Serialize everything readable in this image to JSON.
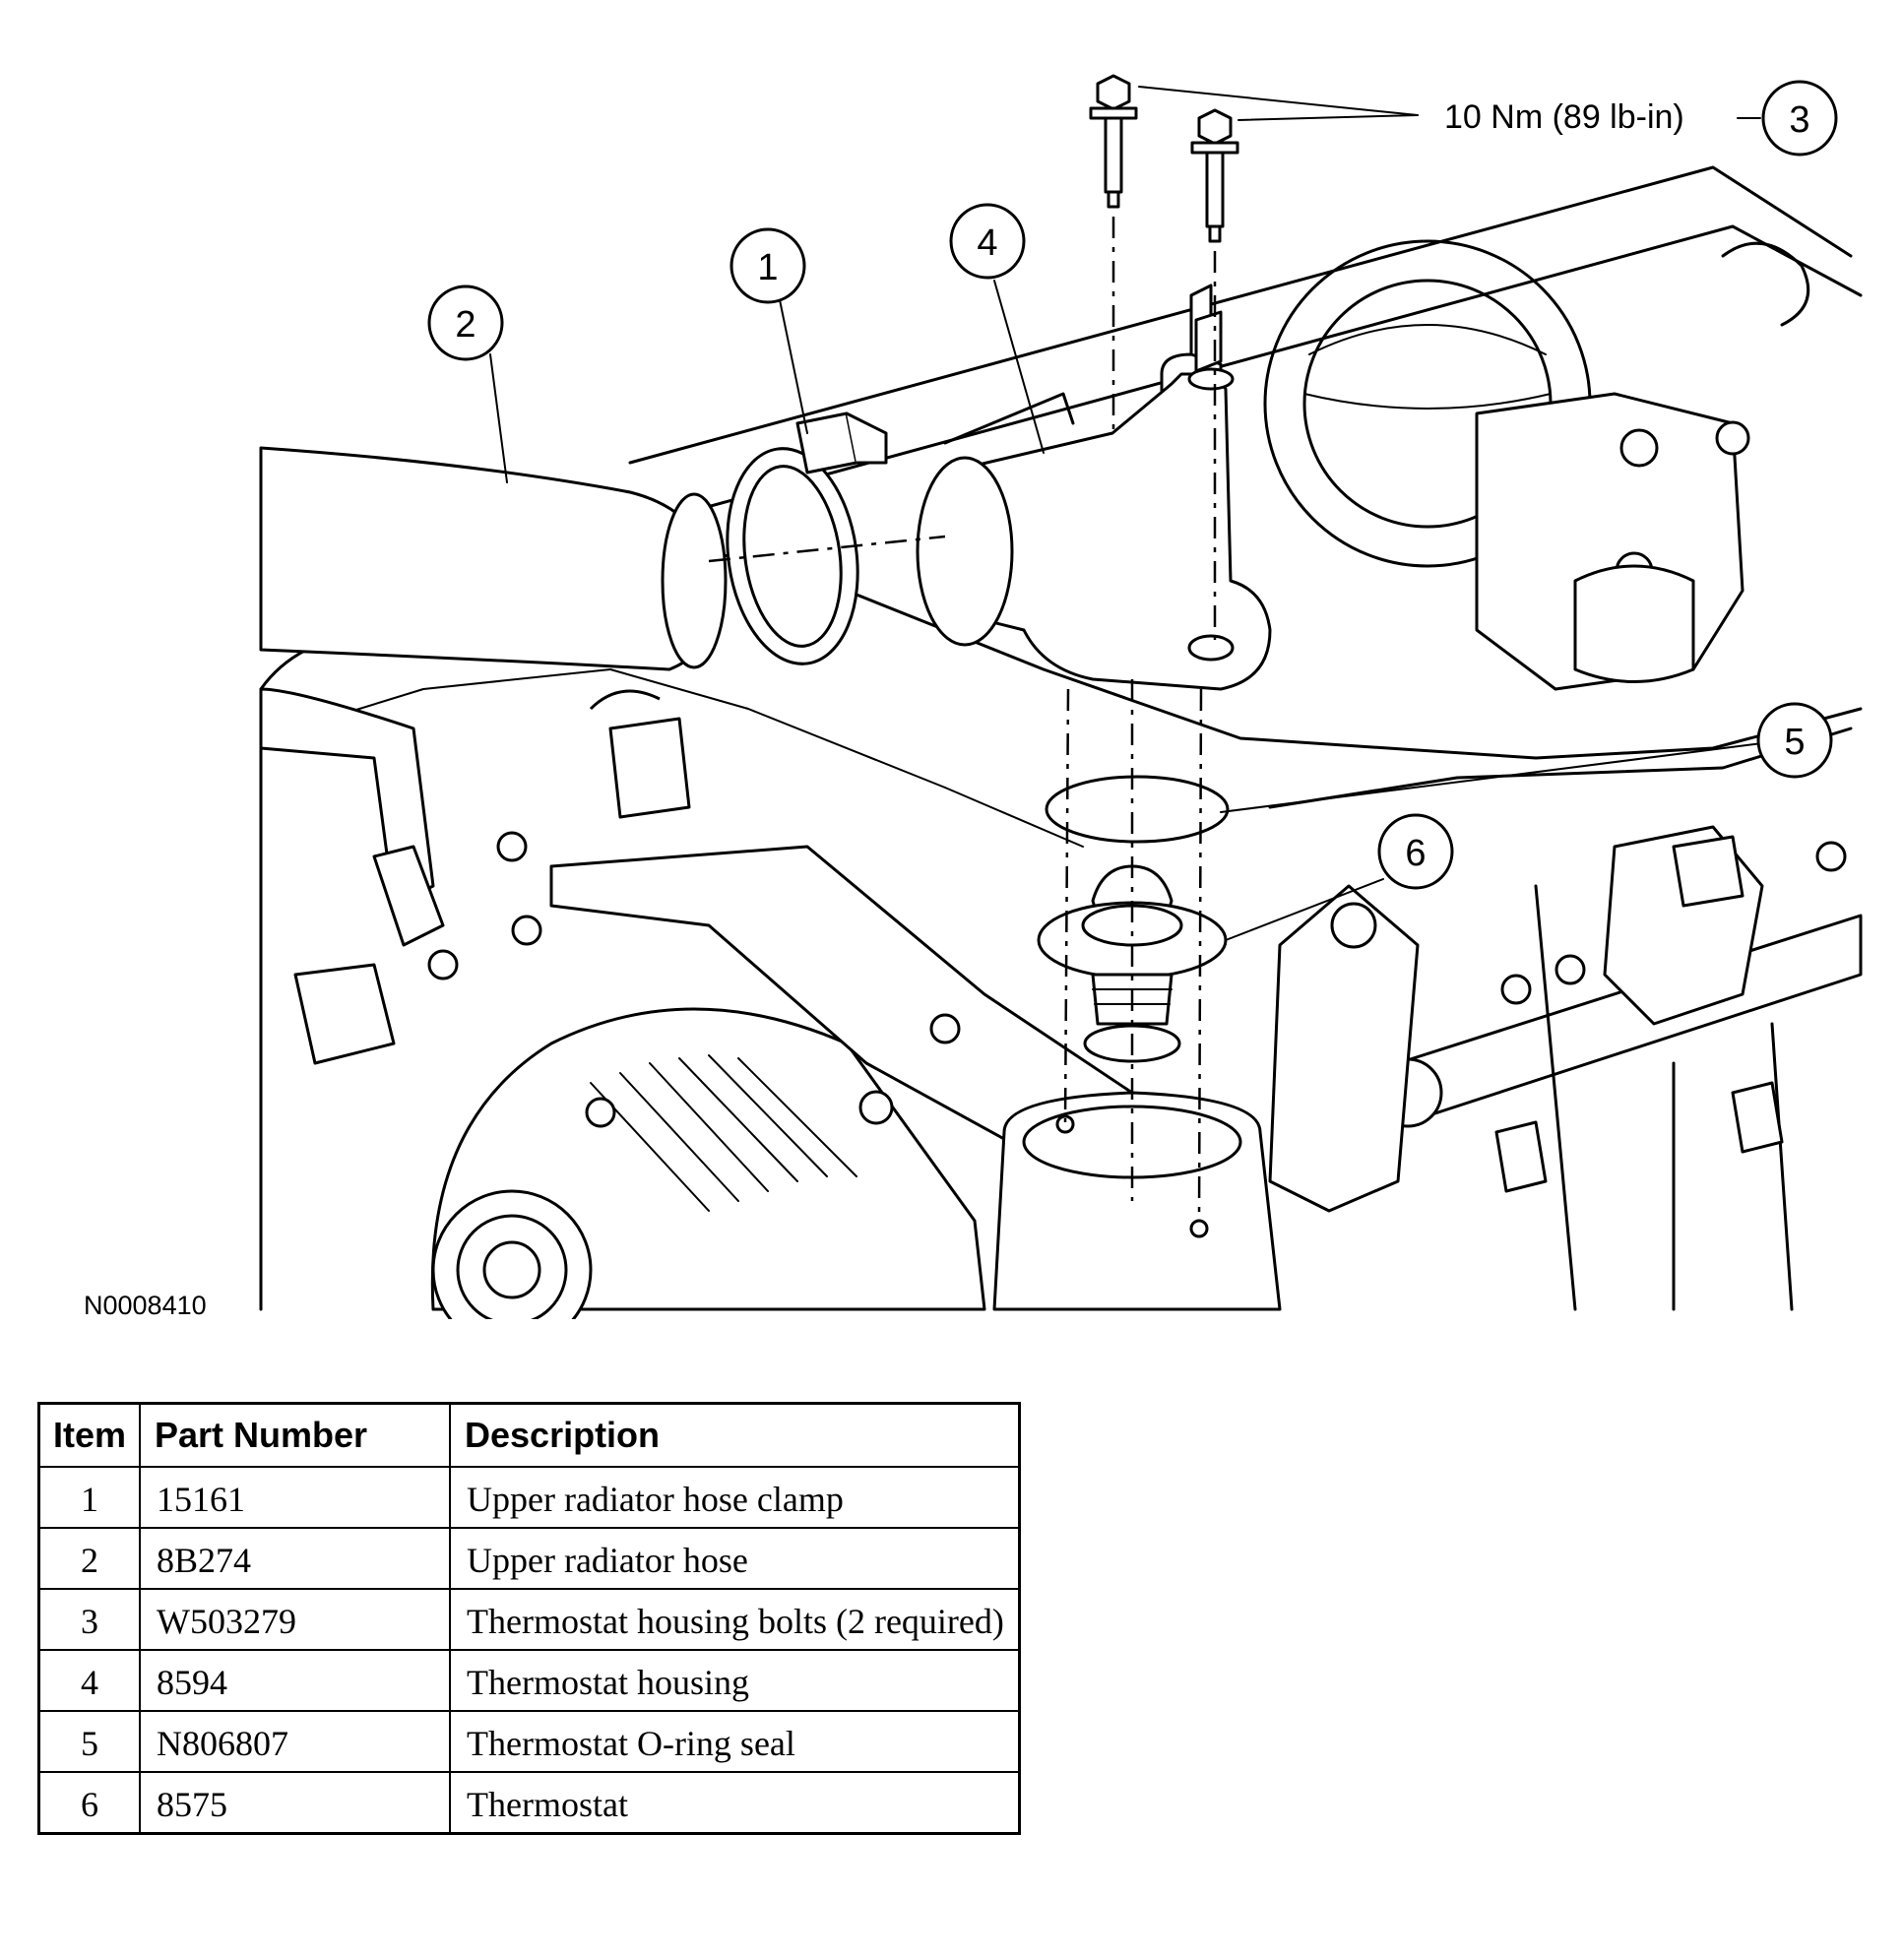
{
  "figure": {
    "id": "N0008410",
    "torque_spec": "10 Nm (89 lb-in)",
    "callouts": [
      "1",
      "2",
      "3",
      "4",
      "5",
      "6"
    ]
  },
  "table": {
    "headers": [
      "Item",
      "Part Number",
      "Description"
    ],
    "rows": [
      {
        "item": "1",
        "part": "15161",
        "desc": "Upper radiator hose clamp"
      },
      {
        "item": "2",
        "part": "8B274",
        "desc": "Upper radiator hose"
      },
      {
        "item": "3",
        "part": "W503279",
        "desc": "Thermostat housing bolts (2 required)"
      },
      {
        "item": "4",
        "part": "8594",
        "desc": "Thermostat housing"
      },
      {
        "item": "5",
        "part": "N806807",
        "desc": "Thermostat O-ring seal"
      },
      {
        "item": "6",
        "part": "8575",
        "desc": "Thermostat"
      }
    ]
  }
}
